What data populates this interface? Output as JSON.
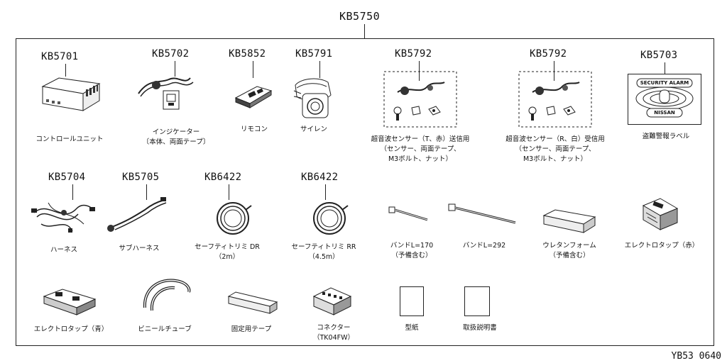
{
  "kit": {
    "code": "KB5750"
  },
  "footer": {
    "ref": "YB53 0640"
  },
  "parts": {
    "control_unit": {
      "code": "KB5701",
      "label": "コントロールユニット"
    },
    "indicator": {
      "code": "KB5702",
      "label1": "インジケーター",
      "label2": "〔本体、両面テープ〕"
    },
    "remote": {
      "code": "KB5852",
      "label": "リモコン"
    },
    "siren": {
      "code": "KB5791",
      "label": "サイレン"
    },
    "sensor_tx": {
      "code": "KB5792",
      "label1": "超音波センサー（T、赤）送信用",
      "label2": "（センサー、両面テープ、",
      "label3": "M3ボルト、ナット）"
    },
    "sensor_rx": {
      "code": "KB5792",
      "label1": "超音波センサー（R、白）受信用",
      "label2": "（センサー、両面テープ、",
      "label3": "M3ボルト、ナット）"
    },
    "alarm_label": {
      "code": "KB5703",
      "label": "盗難警報ラベル",
      "sticker_top": "SECURITY ALARM",
      "sticker_bottom": "NISSAN"
    },
    "harness": {
      "code": "KB5704",
      "label": "ハーネス"
    },
    "sub_harness": {
      "code": "KB5705",
      "label": "サブハーネス"
    },
    "trim_dr": {
      "code": "KB6422",
      "label1": "セーフティトリミ DR",
      "label2": "（2m）"
    },
    "trim_rr": {
      "code": "KB6422",
      "label1": "セーフティトリミ RR",
      "label2": "（4.5m）"
    },
    "band_170": {
      "label1": "バンドL=170",
      "label2": "（予備含む）"
    },
    "band_292": {
      "label": "バンドL=292"
    },
    "urethane": {
      "label1": "ウレタンフォーム",
      "label2": "（予備含む）"
    },
    "tap_red": {
      "label": "エレクトロタップ（赤）"
    },
    "tap_blue": {
      "label": "エレクトロタップ（青）"
    },
    "vinyl_tube": {
      "label": "ビニールチューブ"
    },
    "fixing_tape": {
      "label": "固定用テープ"
    },
    "connector": {
      "label1": "コネクター",
      "label2": "（TK04FW）"
    },
    "template": {
      "label": "型紙"
    },
    "manual": {
      "label": "取扱説明書"
    }
  }
}
